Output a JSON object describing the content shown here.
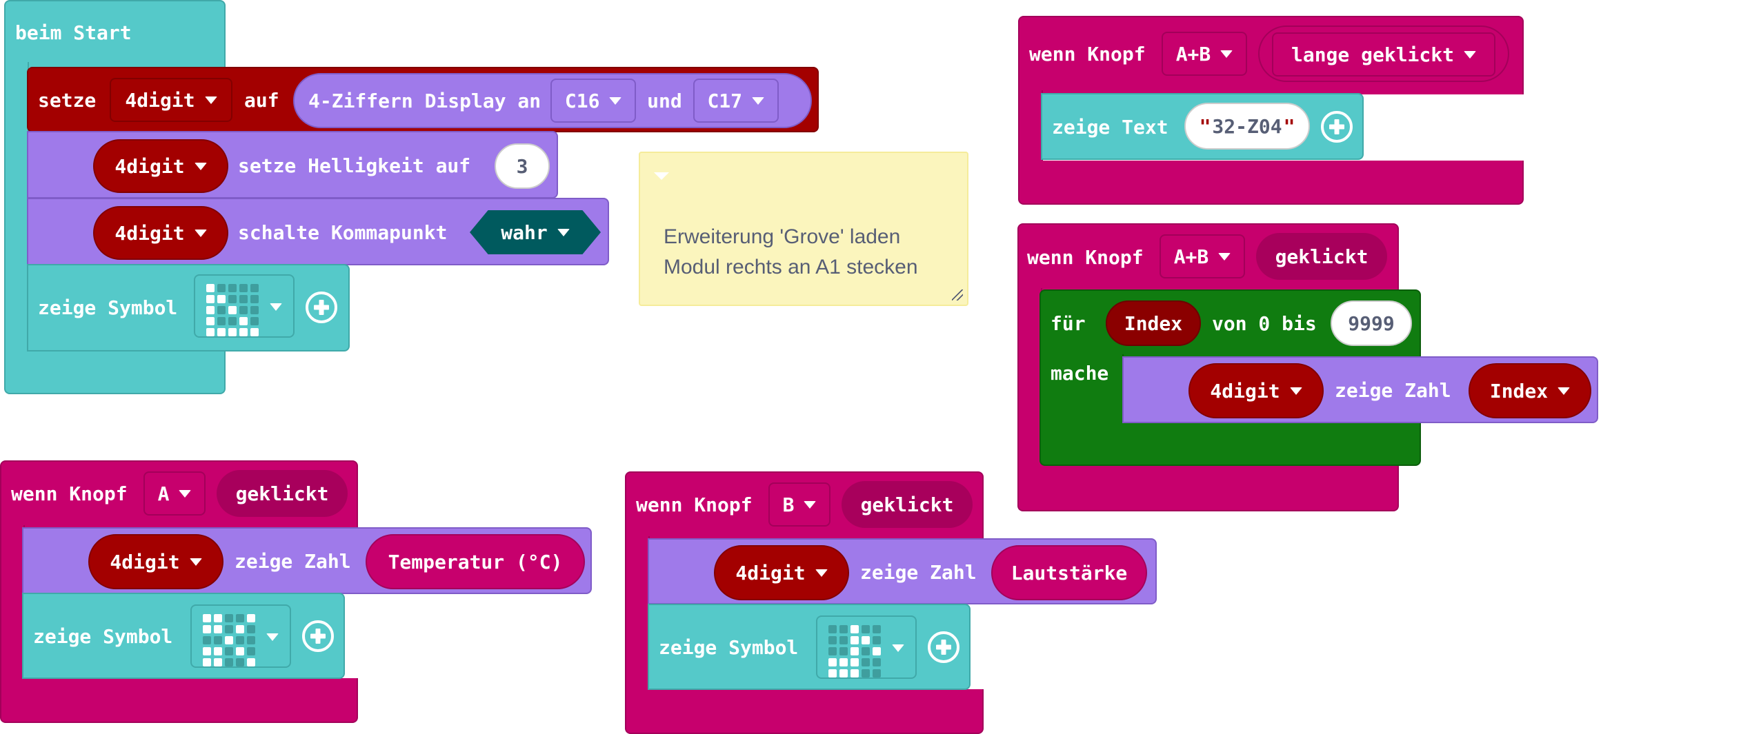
{
  "colors": {
    "basic": "#55c9c9",
    "variables": "#a30000",
    "grove": "#9f7aea",
    "input": "#c7006d",
    "input_dark": "#a8005c",
    "loops": "#107c10",
    "logic_dark": "#005a5e",
    "comment_bg": "#fbf5bd",
    "number_text": "#575e75"
  },
  "on_start": {
    "label": "beim Start",
    "set_block": {
      "set_label": "setze",
      "variable": "4digit",
      "to_label": "auf",
      "create_label": "4-Ziffern Display an",
      "pin_clk": "C16",
      "and_label": "und",
      "pin_dio": "C17"
    },
    "brightness_block": {
      "variable": "4digit",
      "label": "setze Helligkeit auf",
      "value": "3"
    },
    "point_block": {
      "variable": "4digit",
      "label": "schalte Kommapunkt",
      "value": "wahr"
    },
    "show_icon_block": {
      "label": "zeige Symbol",
      "icon": "left-triangle-icon",
      "leds": [
        [
          1,
          0,
          0,
          0,
          0
        ],
        [
          1,
          1,
          0,
          0,
          0
        ],
        [
          1,
          0,
          1,
          0,
          0
        ],
        [
          1,
          0,
          0,
          1,
          0
        ],
        [
          1,
          1,
          1,
          1,
          1
        ]
      ]
    }
  },
  "comment": {
    "lines": "Erweiterung 'Grove' laden\nModul rechts an A1 stecken"
  },
  "button_ab_long": {
    "when_label": "wenn Knopf",
    "button": "A+B",
    "event": "lange geklickt",
    "show_text_block": {
      "label": "zeige Text",
      "value": "32-Z04",
      "quote_open": "\"",
      "quote_close": "\""
    }
  },
  "button_ab_click": {
    "when_label": "wenn Knopf",
    "button": "A+B",
    "event": "geklickt",
    "for_block": {
      "for_label": "für",
      "variable": "Index",
      "range_label": "von 0 bis",
      "to_value": "9999",
      "do_label": "mache",
      "inner": {
        "variable": "4digit",
        "label": "zeige Zahl",
        "value": "Index"
      }
    }
  },
  "button_a": {
    "when_label": "wenn Knopf",
    "button": "A",
    "event": "geklickt",
    "show_number_block": {
      "variable": "4digit",
      "label": "zeige Zahl",
      "value": "Temperatur (°C)"
    },
    "show_icon_block": {
      "label": "zeige Symbol",
      "icon": "scissors-icon",
      "leds": [
        [
          1,
          1,
          0,
          0,
          1
        ],
        [
          1,
          1,
          0,
          1,
          0
        ],
        [
          0,
          0,
          1,
          0,
          0
        ],
        [
          1,
          1,
          0,
          1,
          0
        ],
        [
          1,
          1,
          0,
          0,
          1
        ]
      ]
    }
  },
  "button_b": {
    "when_label": "wenn Knopf",
    "button": "B",
    "event": "geklickt",
    "show_number_block": {
      "variable": "4digit",
      "label": "zeige Zahl",
      "value": "Lautstärke"
    },
    "show_icon_block": {
      "label": "zeige Symbol",
      "icon": "music-note-icon",
      "leds": [
        [
          0,
          0,
          1,
          0,
          0
        ],
        [
          0,
          0,
          1,
          1,
          0
        ],
        [
          0,
          0,
          1,
          0,
          1
        ],
        [
          1,
          1,
          1,
          0,
          0
        ],
        [
          1,
          1,
          1,
          0,
          0
        ]
      ]
    }
  }
}
